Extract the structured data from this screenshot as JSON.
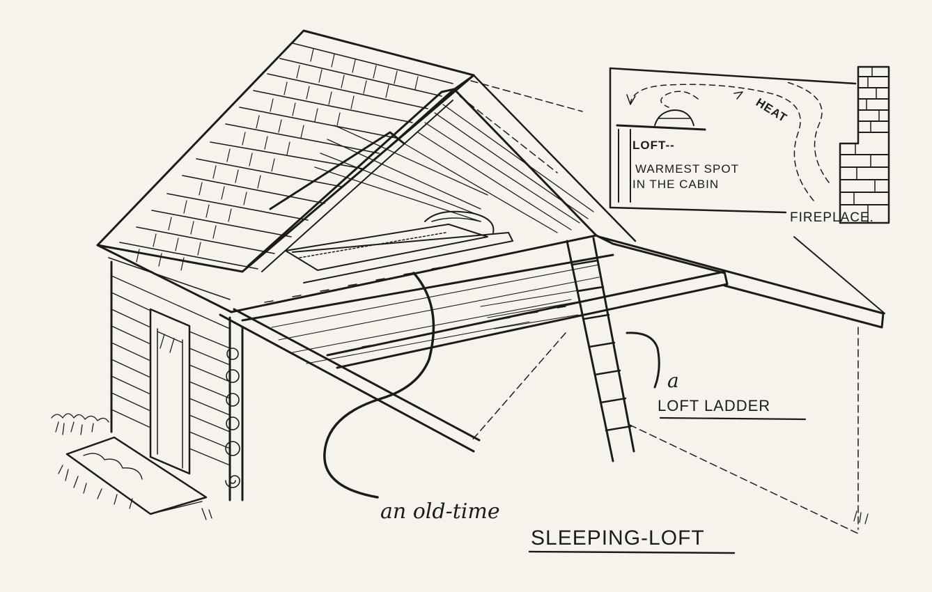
{
  "labels": {
    "inset_loft": "LOFT--",
    "inset_warmest_1": "WARMEST SPOT",
    "inset_warmest_2": "IN THE CABIN",
    "inset_heat": "HEAT",
    "inset_fireplace": "FIREPLACE.",
    "ladder_prefix": "a",
    "ladder_label": "LOFT LADDER",
    "loft_prefix": "an old-time",
    "loft_label": "SLEEPING-LOFT"
  },
  "colors": {
    "paper": "#f6f3ec",
    "ink": "#1b1b1b"
  }
}
